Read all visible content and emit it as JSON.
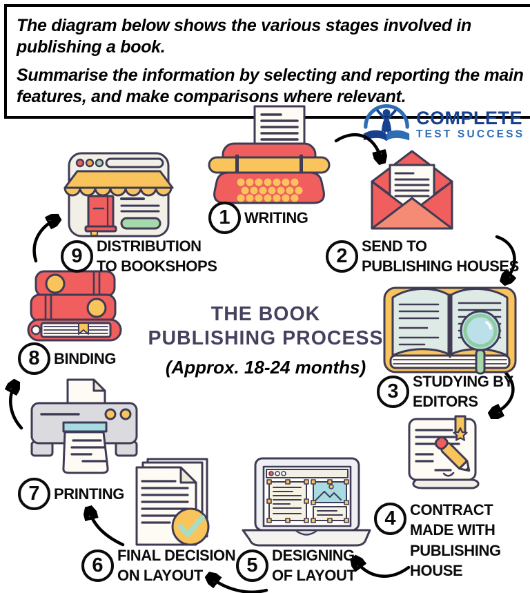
{
  "task_box": {
    "line1": "The diagram below shows the various stages involved in publishing a book.",
    "line2": "Summarise the information by selecting and reporting the main features, and make comparisons where relevant."
  },
  "logo": {
    "name_top": "COMPLETE",
    "name_bottom": "TEST SUCCESS"
  },
  "center": {
    "title_line1": "THE BOOK",
    "title_line2": "PUBLISHING PROCESS",
    "subtitle": "(Approx. 18-24 months)"
  },
  "stages": [
    {
      "num": "1",
      "lines": [
        "WRITING"
      ],
      "icon": "typewriter"
    },
    {
      "num": "2",
      "lines": [
        "SEND TO",
        "PUBLISHING HOUSES"
      ],
      "icon": "envelope-letter"
    },
    {
      "num": "3",
      "lines": [
        "STUDYING BY",
        "EDITORS"
      ],
      "icon": "open-book-magnifier"
    },
    {
      "num": "4",
      "lines": [
        "CONTRACT",
        "MADE WITH",
        "PUBLISHING",
        "HOUSE"
      ],
      "icon": "contract-pencil"
    },
    {
      "num": "5",
      "lines": [
        "DESIGNING",
        "OF LAYOUT"
      ],
      "icon": "laptop-layout-design"
    },
    {
      "num": "6",
      "lines": [
        "FINAL DECISION",
        "ON LAYOUT"
      ],
      "icon": "documents-checkmark"
    },
    {
      "num": "7",
      "lines": [
        "PRINTING"
      ],
      "icon": "printer"
    },
    {
      "num": "8",
      "lines": [
        "BINDING"
      ],
      "icon": "bound-books-stack"
    },
    {
      "num": "9",
      "lines": [
        "DISTRIBUTION",
        "TO BOOKSHOPS"
      ],
      "icon": "bookshop-front"
    }
  ],
  "colors": {
    "red": "#F15E5E",
    "red_light": "#F58A75",
    "yellow": "#F9C45C",
    "paper": "#FDFBF4",
    "cream": "#F2EFE7",
    "page_green": "#DEEAE6",
    "teal": "#A9DBE2",
    "lens_blue": "#BCE0EA",
    "green": "#A5D9AC",
    "mint": "#A9DCC3",
    "gray": "#DBDADE",
    "dark_outline": "#3F3B54",
    "title_navy": "#474160",
    "logo_dark_blue": "#16418F",
    "logo_blue": "#2D6DB5",
    "arrow_black": "#000000"
  }
}
